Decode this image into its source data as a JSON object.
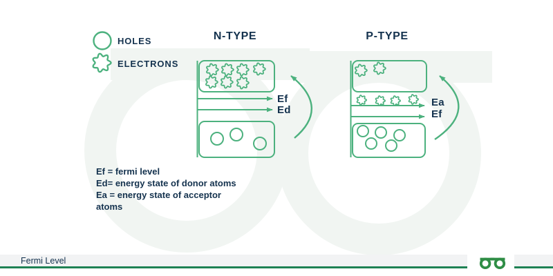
{
  "colors": {
    "green": "#4CB17E",
    "navy": "#14324E",
    "footer_line_green": "#1E8153",
    "logo_green": "#2F8D45",
    "footer_bg": "#F2F3F4",
    "watermark": "#F1F5F2"
  },
  "legend": {
    "items": [
      {
        "icon": "hole-icon",
        "label": "HOLES"
      },
      {
        "icon": "electron-icon",
        "label": "ELECTRONS"
      }
    ]
  },
  "diagrams": [
    {
      "id": "n_type",
      "title": "N-TYPE",
      "levels": [
        {
          "label": "Ef"
        },
        {
          "label": "Ed"
        }
      ],
      "conduction_band_electrons": [
        [
          307,
          101
        ],
        [
          329,
          101
        ],
        [
          351,
          101
        ],
        [
          375,
          100
        ],
        [
          306,
          119
        ],
        [
          328,
          119
        ],
        [
          351,
          120
        ]
      ],
      "impurity_level_electrons": [],
      "valence_band_holes": [
        [
          314,
          201
        ],
        [
          342,
          195
        ],
        [
          376,
          208
        ]
      ]
    },
    {
      "id": "p_type",
      "title": "P-TYPE",
      "levels": [
        {
          "label": "Ea"
        },
        {
          "label": "Ef"
        }
      ],
      "conduction_band_electrons": [
        [
          522,
          102
        ],
        [
          549,
          99
        ]
      ],
      "impurity_level_electrons": [
        [
          523,
          145
        ],
        [
          550,
          146
        ],
        [
          572,
          146
        ],
        [
          598,
          144
        ]
      ],
      "valence_band_holes": [
        [
          525,
          190
        ],
        [
          551,
          192
        ],
        [
          578,
          196
        ],
        [
          537,
          208
        ],
        [
          566,
          211
        ]
      ]
    }
  ],
  "notes": [
    "Ef = fermi level",
    "Ed= energy state of donor atoms",
    "Ea = energy state of acceptor atoms"
  ],
  "footer": {
    "label": "Fermi Level",
    "logo_icon": "geeksforgeeks-logo"
  }
}
